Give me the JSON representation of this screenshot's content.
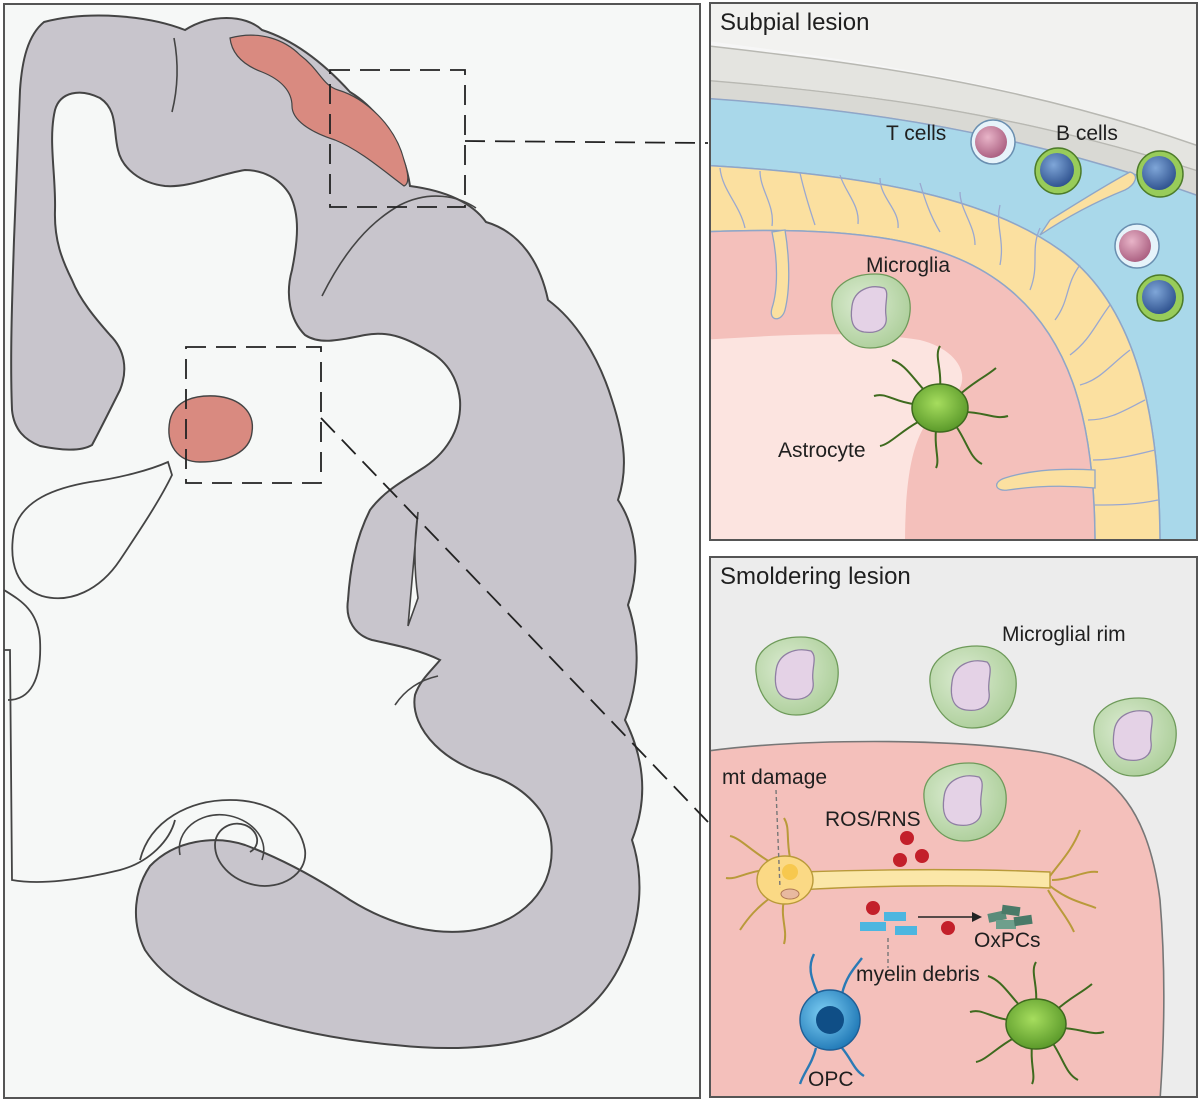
{
  "panels": {
    "subpial": {
      "title": "Subpial lesion",
      "labels": {
        "t_cells": "T cells",
        "b_cells": "B cells",
        "microglia": "Microglia",
        "astrocyte": "Astrocyte"
      }
    },
    "smoldering": {
      "title": "Smoldering lesion",
      "labels": {
        "microglial_rim": "Microglial rim",
        "mt_damage": "mt damage",
        "ros_rns": "ROS/RNS",
        "oxpcs": "OxPCs",
        "myelin_debris": "myelin debris",
        "opc": "OPC"
      }
    }
  },
  "colors": {
    "cortex_gray": "#c8c5cc",
    "lesion": "#d98a80",
    "csf_blue": "#a9d8ea",
    "astro_yellow": "#fbe0a0",
    "lesion_pink": "#f4c0bb",
    "microglia_green": "#c3dcb4",
    "astrocyte_green": "#79b83a",
    "b_cell_blue": "#3f68a8",
    "t_cell_pink": "#c77e9c",
    "ros_red": "#c3202a",
    "myelin_blue": "#4cb6e0",
    "opc_blue": "#1f8ccb"
  }
}
